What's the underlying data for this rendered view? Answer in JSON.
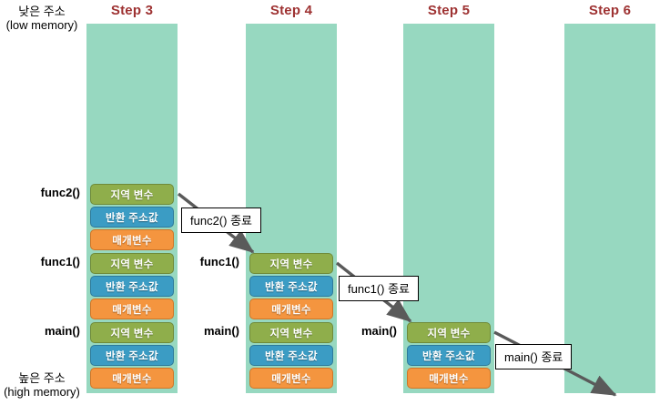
{
  "axis": {
    "top": {
      "ko": "낮은 주소",
      "en": "(low memory)"
    },
    "bottom": {
      "ko": "높은 주소",
      "en": "(high memory)"
    }
  },
  "colors": {
    "column": "#97d8c0",
    "local": "#8fae4b",
    "return": "#3b9cc4",
    "param": "#f4953f",
    "title": "#9e3232",
    "arrow": "#5a5a5a"
  },
  "block_labels": {
    "local": "지역 변수",
    "return": "반환 주소값",
    "param": "매개변수"
  },
  "steps": [
    {
      "title": "Step 3",
      "frames": [
        {
          "name": "func2()",
          "blocks": [
            "local",
            "return",
            "param"
          ]
        },
        {
          "name": "func1()",
          "blocks": [
            "local",
            "return",
            "param"
          ]
        },
        {
          "name": "main()",
          "blocks": [
            "local",
            "return",
            "param"
          ]
        }
      ]
    },
    {
      "title": "Step 4",
      "frames": [
        {
          "name": "func1()",
          "blocks": [
            "local",
            "return",
            "param"
          ]
        },
        {
          "name": "main()",
          "blocks": [
            "local",
            "return",
            "param"
          ]
        }
      ]
    },
    {
      "title": "Step 5",
      "frames": [
        {
          "name": "main()",
          "blocks": [
            "local",
            "return",
            "param"
          ]
        }
      ]
    },
    {
      "title": "Step 6",
      "frames": []
    }
  ],
  "callouts": [
    {
      "text": "func2() 종료"
    },
    {
      "text": "func1() 종료"
    },
    {
      "text": "main() 종료"
    }
  ]
}
